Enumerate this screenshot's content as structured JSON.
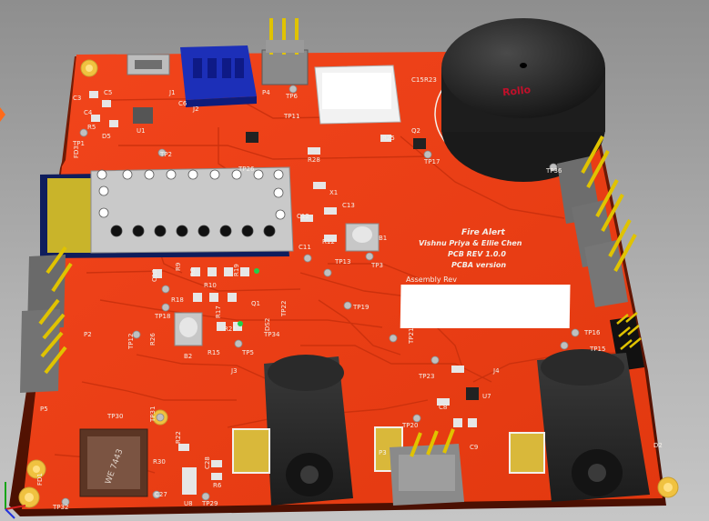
{
  "board": {
    "title": "Fire Alert",
    "authors": "Vishnu Priya & Ellie Chen",
    "revision": "PCB REV 1.0.0",
    "version": "PCBA version",
    "assembly_rev_label": "Assembly Rev"
  },
  "labels": {
    "tp1": "TP1",
    "fd3": "FD3",
    "c3": "C3",
    "c4": "C4",
    "c5": "C5",
    "r5": "R5",
    "d5": "D5",
    "u1": "U1",
    "j1": "J1",
    "c6": "C6",
    "j2": "J2",
    "tp2": "TP2",
    "p4": "P4",
    "tp6": "TP6",
    "tp11": "TP11",
    "c15": "C15",
    "r23": "R23",
    "q2": "Q2",
    "tp17": "TP17",
    "r28": "R28",
    "r25": "R25",
    "tp36": "TP36",
    "x1": "X1",
    "c13": "C13",
    "c12": "C12",
    "c11": "C11",
    "r12": "R12",
    "b1": "B1",
    "tp13": "TP13",
    "tp3": "TP3",
    "tp26": "TP26",
    "c10": "C10",
    "r9": "R9",
    "r8": "R8",
    "r10": "R10",
    "r19": "R19",
    "r18": "R18",
    "r17": "R17",
    "q1": "Q1",
    "tp22": "TP22",
    "tp18": "TP18",
    "r26": "R26",
    "tp12": "TP12",
    "b2": "B2",
    "r15": "R15",
    "tp5": "TP5",
    "r21": "R21",
    "ds2": "DS2",
    "tp34": "TP34",
    "j3": "J3",
    "p2": "P2",
    "p5": "P5",
    "tp19": "TP19",
    "tp21": "TP21",
    "tp16": "TP16",
    "tp15": "TP15",
    "tp23": "TP23",
    "j4": "J4",
    "c8": "C8",
    "u7": "U7",
    "tp20": "TP20",
    "p3": "P3",
    "c9": "C9",
    "d2": "D2",
    "fd1": "FD1",
    "tp30": "TP30",
    "tp31": "TP31",
    "r22": "R22",
    "r30": "R30",
    "c28": "C28",
    "r6": "R6",
    "c27": "C27",
    "u8": "U8",
    "tp29": "TP29",
    "tp32": "TP32",
    "buzzer_brand": "Rollo",
    "fuse_text": "WE 7443"
  }
}
